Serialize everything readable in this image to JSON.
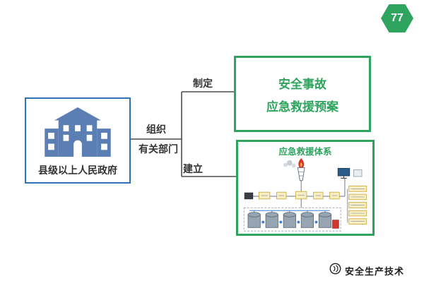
{
  "page": {
    "badge_number": "77",
    "footer_text": "安全生产技术"
  },
  "flowchart": {
    "government": {
      "label": "县级以上人民政府"
    },
    "edge_labels": {
      "organize": "组织",
      "departments": "有关部门",
      "formulate": "制定",
      "establish": "建立"
    },
    "plan_box": {
      "line1": "安全事故",
      "line2": "应急救援预案"
    },
    "system_box": {
      "title": "应急救援体系"
    }
  },
  "icons": {
    "government_building": "building-icon",
    "brand_logo": "soundwave-logo-icon",
    "system_diagram": "emergency-rescue-system-diagram"
  },
  "colors": {
    "green": "#2fa45f",
    "blue": "#2e74b5",
    "building": "#5b7fb5",
    "text": "#333333",
    "line": "#4d4d4d"
  }
}
